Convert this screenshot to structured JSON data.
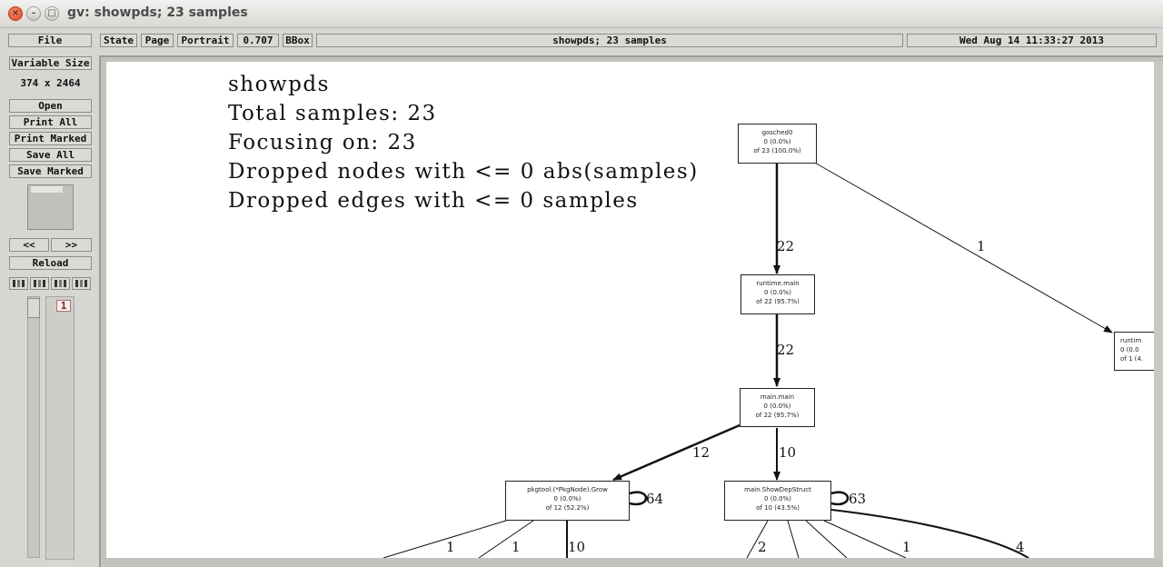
{
  "window": {
    "title": "gv: showpds; 23 samples"
  },
  "toolbar": {
    "file": "File",
    "state": "State",
    "page": "Page",
    "orientation": "Portrait",
    "scale": "0.707",
    "bbox": "BBox",
    "document_title": "showpds; 23 samples",
    "date": "Wed Aug 14 11:33:27 2013"
  },
  "sidebar": {
    "size_mode": "Variable Size",
    "dimensions": "374 x 2464",
    "open": "Open",
    "print_all": "Print All",
    "print_marked": "Print Marked",
    "save_all": "Save All",
    "save_marked": "Save Marked",
    "prev": "<<",
    "next": ">>",
    "reload": "Reload",
    "page_number": "1"
  },
  "document": {
    "header_lines": [
      "showpds",
      "Total samples: 23",
      "Focusing on: 23",
      "Dropped nodes with <= 0 abs(samples)",
      "Dropped edges with <= 0 samples"
    ],
    "nodes": {
      "gosched": {
        "name": "gosched0",
        "flat": "0 (0.0%)",
        "cum": "of 23 (100.0%)"
      },
      "runtime_main": {
        "name": "runtime.main",
        "flat": "0 (0.0%)",
        "cum": "of 22 (95.7%)"
      },
      "main_main": {
        "name": "main.main",
        "flat": "0 (0.0%)",
        "cum": "of 22 (95.7%)"
      },
      "pkgtool": {
        "name": "pkgtool.(*PkgNode).Grow",
        "flat": "0 (0.0%)",
        "cum": "of 12 (52.2%)"
      },
      "showdep": {
        "name": "main.ShowDepStruct",
        "flat": "0 (0.0%)",
        "cum": "of 10 (43.5%)"
      },
      "runtime_right": {
        "name": "runtim",
        "flat": "0 (0.0",
        "cum": "of 1 (4."
      }
    },
    "edges": {
      "gosched_runtime": "22",
      "gosched_right": "1",
      "runtime_main": "22",
      "main_pkgtool": "12",
      "main_showdep": "10",
      "pkgtool_self": "64",
      "showdep_self": "63",
      "pkgtool_out1": "1",
      "pkgtool_out2": "1",
      "pkgtool_out3": "10",
      "showdep_out1": "2",
      "showdep_out2": "1",
      "showdep_out3": "4"
    }
  }
}
